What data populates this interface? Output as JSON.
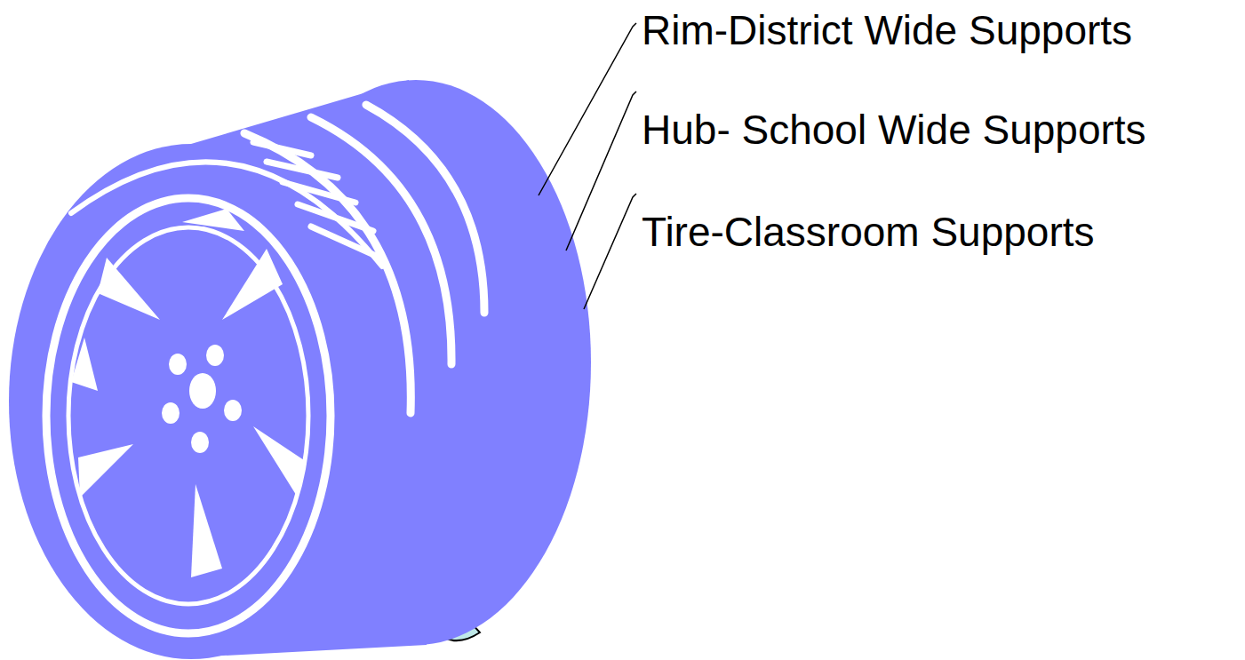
{
  "diagram": {
    "labels": [
      "Rim-District Wide Supports",
      "Hub- School Wide Supports",
      "Tire-Classroom Supports"
    ]
  }
}
